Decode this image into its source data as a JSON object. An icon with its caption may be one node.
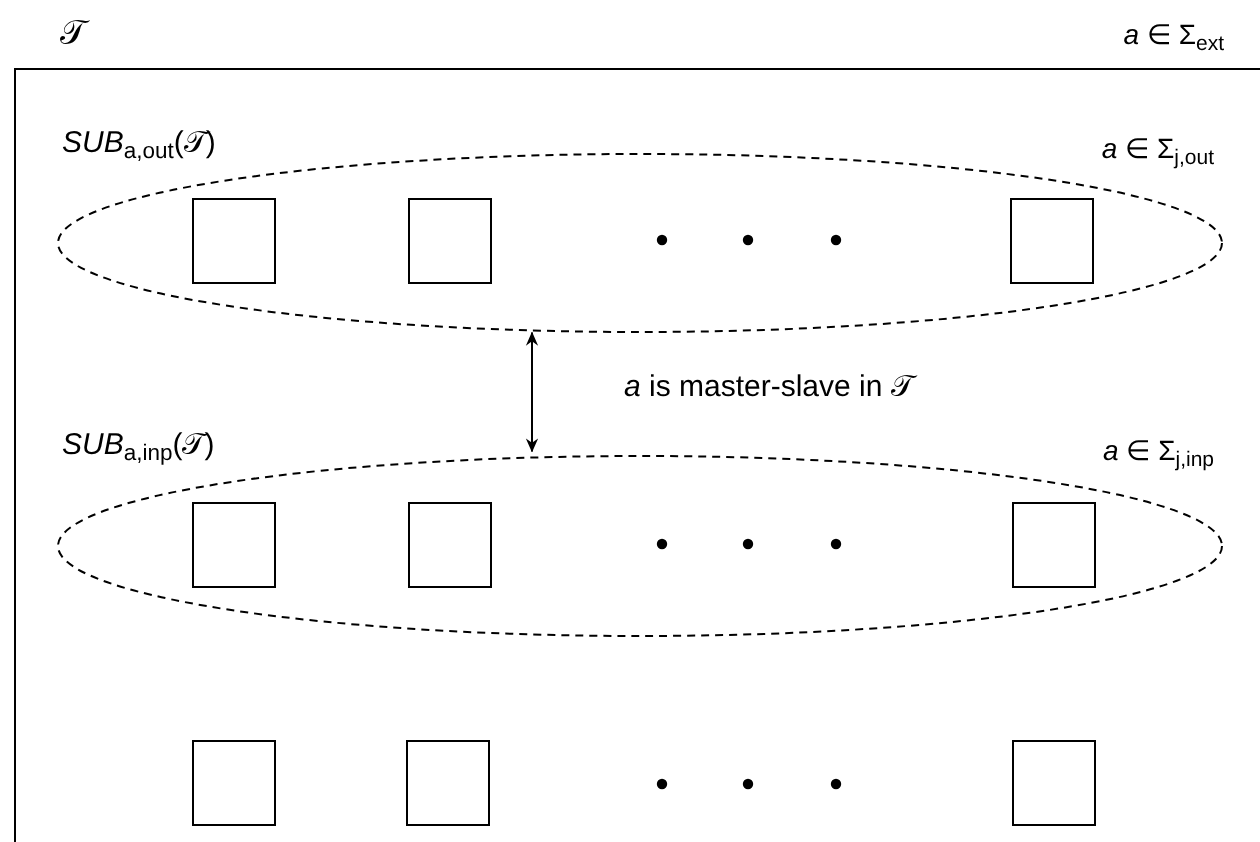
{
  "diagram": {
    "nodes": [
      {
        "text": [
          "𝒯",
          "*a* ∈ Σ$_{ext}$"
        ]
      },
      {
        "text": [
          "*SUB*$_{a,out}$(𝒯)",
          "*a* ∈ Σ$_{j,out}$"
        ],
        "in": 0
      },
      {
        "text": [],
        "shape": "box",
        "in": 1
      },
      {
        "text": [],
        "shape": "box",
        "in": 1
      },
      {
        "text": [],
        "shape": "box",
        "in": 1
      },
      {
        "text": [
          "*SUB*$_{a,inp}$(𝒯)",
          "*a* ∈ Σ$_{j,inp}$"
        ],
        "in": 0
      },
      {
        "text": [],
        "shape": "box",
        "in": 5
      },
      {
        "text": [],
        "shape": "box",
        "in": 5
      },
      {
        "text": [],
        "shape": "box",
        "in": 5
      },
      {
        "text": [],
        "shape": "box",
        "in": 0
      },
      {
        "text": [],
        "shape": "box",
        "in": 0
      },
      {
        "text": [],
        "shape": "box",
        "in": 0
      }
    ],
    "edges": [
      {
        "from": 1,
        "to": 5,
        "arrow": "both",
        "label": "*a* is master-slave in 𝒯"
      }
    ]
  }
}
